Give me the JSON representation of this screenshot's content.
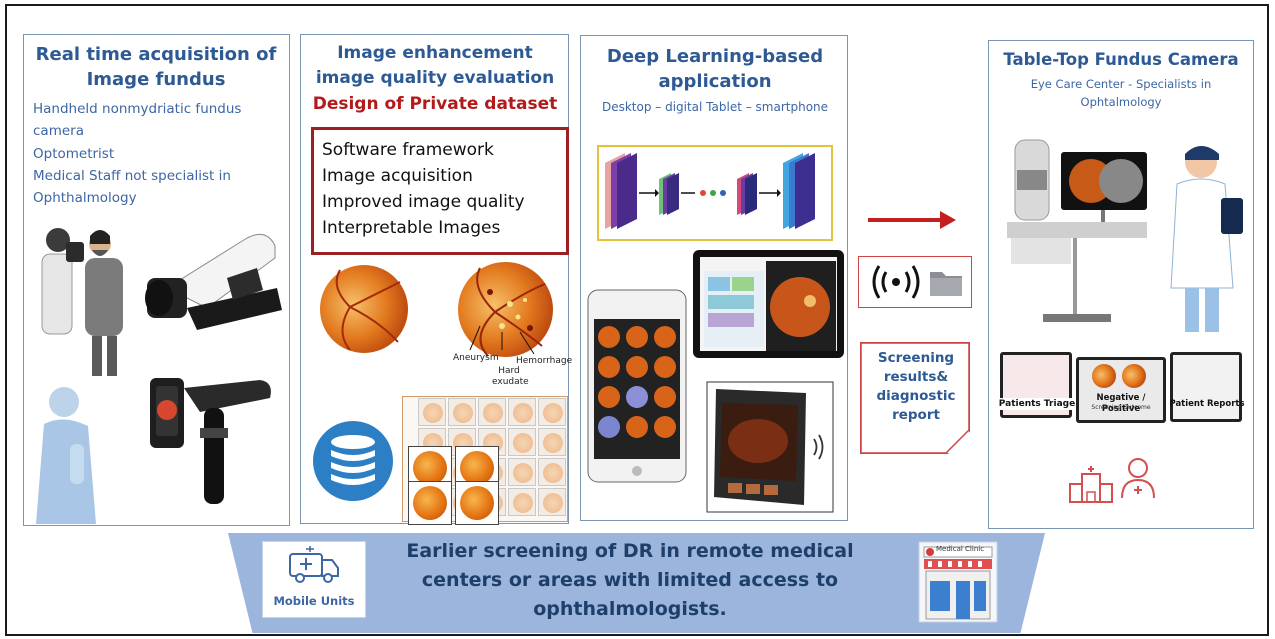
{
  "panels": {
    "acquisition": {
      "title": "Real time acquisition of Image fundus",
      "lines": [
        "Handheld nonmydriatic fundus camera",
        "Optometrist",
        "Medical Staff not specialist in Ophthalmology"
      ]
    },
    "enhancement": {
      "title_line1": "Image enhancement",
      "title_line2": "image quality evaluation",
      "title_red": "Design of Private dataset",
      "box_lines": [
        "Software framework",
        "Image acquisition",
        "Improved image quality",
        "Interpretable Images"
      ],
      "labels": {
        "aneurysm": "Aneurysm",
        "hemorrhage": "Hemorrhage",
        "hard_exudate": "Hard exudate"
      }
    },
    "deep_learning": {
      "title": "Deep Learning-based application",
      "subtitle": "Desktop – digital Tablet – smartphone"
    },
    "tabletop": {
      "title": "Table-Top Fundus Camera",
      "subtitle": "Eye Care Center  - Specialists in Ophtalmology",
      "monitors": [
        "Patients Triage",
        "Negative / Positive",
        "Patient Reports"
      ],
      "monitor_small": "Screening Outcome"
    }
  },
  "middle": {
    "report_text": "Screening results& diagnostic report"
  },
  "banner": {
    "text": "Earlier screening of DR in remote medical centers or areas with limited  access to ophthalmologists.",
    "mobile_units": "Mobile Units",
    "clinic": "Medical Clinic"
  },
  "colors": {
    "title_blue": "#2e5a94",
    "red": "#b31b1b",
    "banner": "#9bb5dd",
    "panel_border": "#7c95b3"
  }
}
